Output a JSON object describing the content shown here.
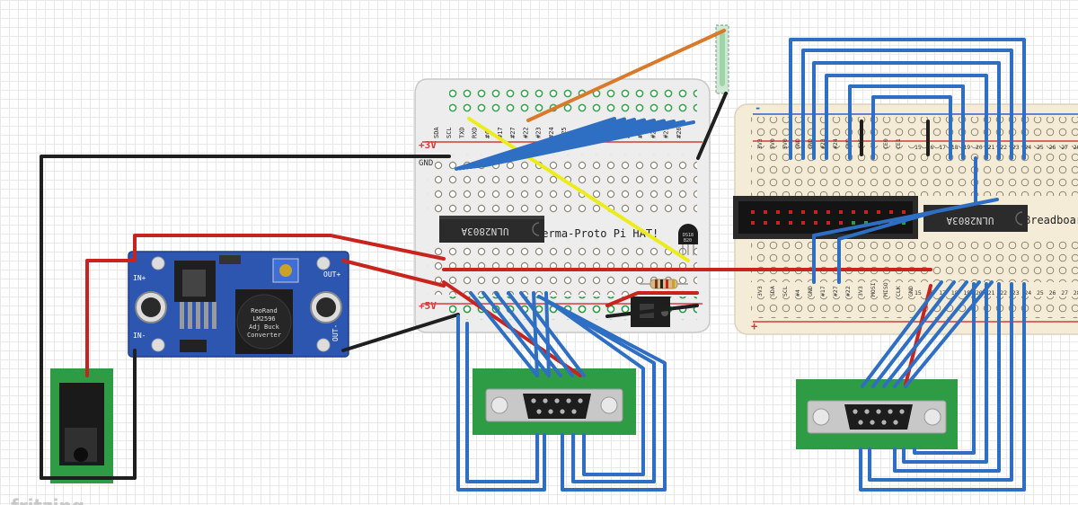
{
  "app": {
    "watermark": "fritzing"
  },
  "perma_proto": {
    "title": "Perma-Proto Pi HAT!",
    "power_label": "+3V",
    "power_label_bottom": "+5V",
    "gnd_label": "GND",
    "pin_labels": [
      "SDA",
      "SCL",
      "TXD",
      "RXD",
      "#4",
      "#17",
      "#27",
      "#22",
      "#23",
      "#24",
      "#25",
      "#5",
      "#6",
      "#12",
      "#13",
      "#16",
      "#19",
      "#20",
      "#21",
      "#26"
    ]
  },
  "chip_left": {
    "label": "ULN2803A"
  },
  "chip_right": {
    "label": "ULN2803A"
  },
  "buck_converter": {
    "line1": "ReoRand",
    "line2": "LM2596",
    "line3": "Adj Buck",
    "line4": "Converter",
    "in_plus": "IN+",
    "in_minus": "IN-",
    "out_plus": "OUT+",
    "out_minus": "OUT-"
  },
  "breadboard": {
    "title": "Breadboard",
    "top_labels": [
      "3V3",
      "5V0",
      "5V0",
      "GND",
      "GND",
      "#23",
      "#24",
      "GND",
      "#25",
      "#8",
      "CE0",
      "CE1"
    ],
    "bottom_labels": [
      "3V3",
      "SDA",
      "SCL",
      "#4",
      "GND",
      "#17",
      "#27",
      "#22",
      "3V3",
      "MOSI",
      "MISO",
      "CLK",
      "GND"
    ],
    "right_numbers": [
      "15",
      "16",
      "17",
      "18",
      "19",
      "20",
      "21",
      "22",
      "23",
      "24",
      "25",
      "26",
      "27",
      "28"
    ],
    "plus": "+",
    "minus": "-"
  },
  "sensor": {
    "line1": "DS18",
    "line2": "B20"
  },
  "colors": {
    "wire_blue": "#2f6fc3",
    "wire_red": "#c8231d",
    "wire_black": "#1f1f1f",
    "wire_orange": "#d97a2b",
    "wire_yellow": "#ecec1a",
    "pcb_green": "#2d9c45",
    "proto_board": "#ececec",
    "breadboard": "#f5ecd7",
    "buck_blue": "#2d56b0"
  }
}
